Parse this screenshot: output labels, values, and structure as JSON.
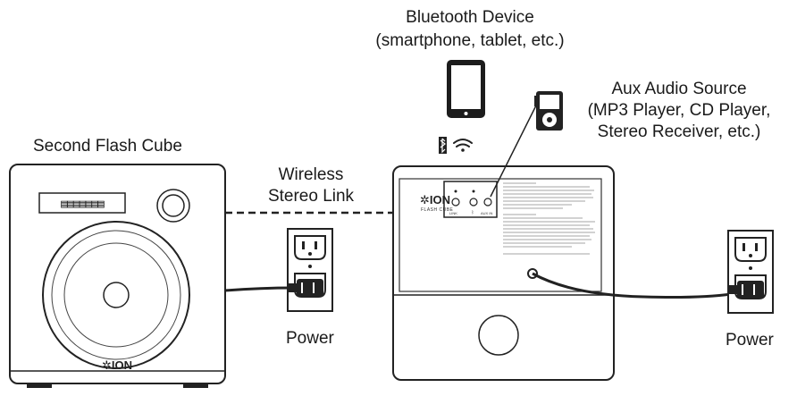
{
  "labels": {
    "bluetooth_title": "Bluetooth Device",
    "bluetooth_sub": "(smartphone, tablet, etc.)",
    "aux_title": "Aux Audio Source",
    "aux_line2": "(MP3 Player, CD Player,",
    "aux_line3": "Stereo Receiver, etc.)",
    "second_cube": "Second Flash Cube",
    "wireless_line1": "Wireless",
    "wireless_line2": "Stereo Link",
    "power_left": "Power",
    "power_right": "Power"
  },
  "devices": {
    "left_brand": "ION",
    "right_brand": "ION",
    "right_model": "FLASH CUBE",
    "panel_link_label": "LINK",
    "panel_aux_label": "AUX IN"
  },
  "icons": [
    "tablet-icon",
    "mp3-player-icon",
    "bluetooth-icon",
    "wifi-icon",
    "power-outlet-icon",
    "power-plug-icon"
  ]
}
